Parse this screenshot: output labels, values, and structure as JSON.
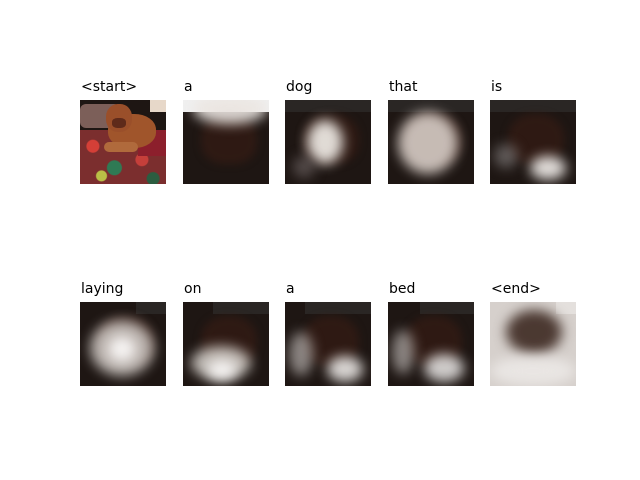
{
  "words": [
    "<start>",
    "a",
    "dog",
    "that",
    "is",
    "laying",
    "on",
    "a",
    "bed",
    "<end>"
  ],
  "colors": {
    "background": "#ffffff",
    "attention_highlight": "#e9e1dc",
    "dark_photo": "#1e1613"
  },
  "attention": [
    null,
    {
      "focus": "top"
    },
    {
      "focus": "center"
    },
    {
      "focus": "center"
    },
    {
      "focus": "bottom-right"
    },
    {
      "focus": "center"
    },
    {
      "focus": "bottom"
    },
    {
      "focus": "bottom"
    },
    {
      "focus": "bottom"
    },
    {
      "focus": "edges"
    }
  ]
}
